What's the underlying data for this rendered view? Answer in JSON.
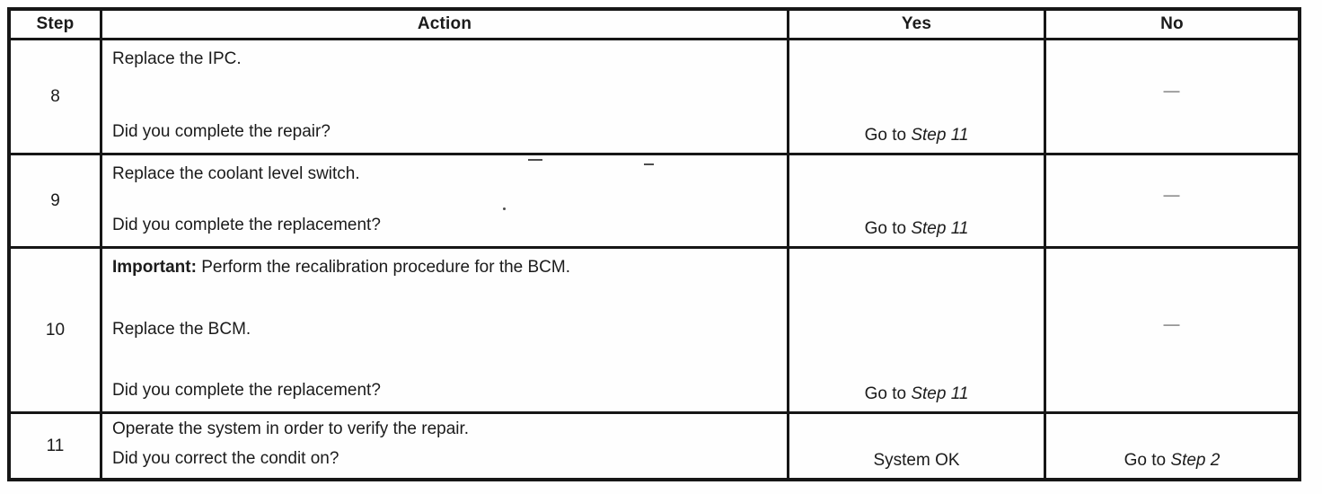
{
  "page": {
    "background": "#fefefe",
    "ink": "#161616"
  },
  "table": {
    "headers": {
      "step": "Step",
      "action": "Action",
      "yes": "Yes",
      "no": "No"
    },
    "rows": [
      {
        "step": "8",
        "action_line_1": "Replace the IPC.",
        "action_question": "Did you complete the repair?",
        "yes_prefix": "Go to ",
        "yes_step_ref": "Step 11",
        "no_value": "—"
      },
      {
        "step": "9",
        "action_line_1": "Replace the coolant level switch.",
        "action_question": "Did you complete the replacement?",
        "yes_prefix": "Go to ",
        "yes_step_ref": "Step 11",
        "no_value": "—"
      },
      {
        "step": "10",
        "action_important_label": "Important:",
        "action_line_1": " Perform the recalibration procedure for the BCM.",
        "action_line_2": "Replace the BCM.",
        "action_question": "Did you complete the replacement?",
        "yes_prefix": "Go to ",
        "yes_step_ref": "Step 11",
        "no_value": "—"
      },
      {
        "step": "11",
        "action_line_1": "Operate the system in order to verify the repair.",
        "action_question": "Did you correct the condit on?",
        "yes_value": "System OK",
        "no_prefix": "Go to ",
        "no_step_ref": "Step 2"
      }
    ]
  }
}
